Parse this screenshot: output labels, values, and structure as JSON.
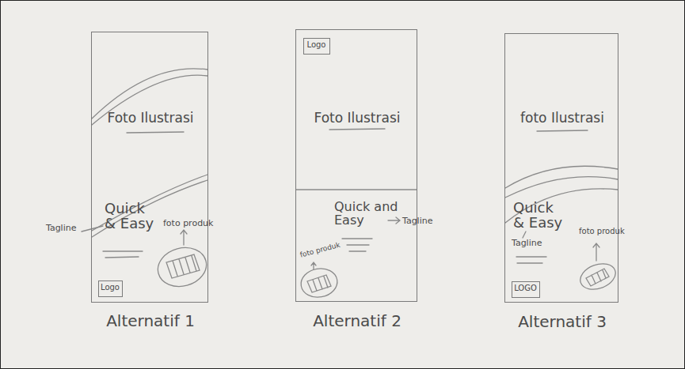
{
  "diagram": {
    "nodes": [
      {
        "text": [
          "Foto Ilustrasi",
          "Quick & Easy",
          "Tagline",
          "foto produk",
          "Alternatif 1"
        ]
      },
      {
        "text": [
          "Logo"
        ],
        "in": 0
      },
      {
        "text": [
          "Foto Ilustrasi",
          "Quick and Easy",
          "Tagline",
          "foto produk",
          "Alternatif 2"
        ]
      },
      {
        "text": [
          "Logo"
        ],
        "in": 2
      },
      {
        "text": [
          "foto Ilustrasi",
          "Quick & Easy",
          "Tagline",
          "foto produk",
          "Alternatif 3"
        ]
      },
      {
        "text": [
          "LOGO"
        ],
        "in": 4
      }
    ]
  }
}
